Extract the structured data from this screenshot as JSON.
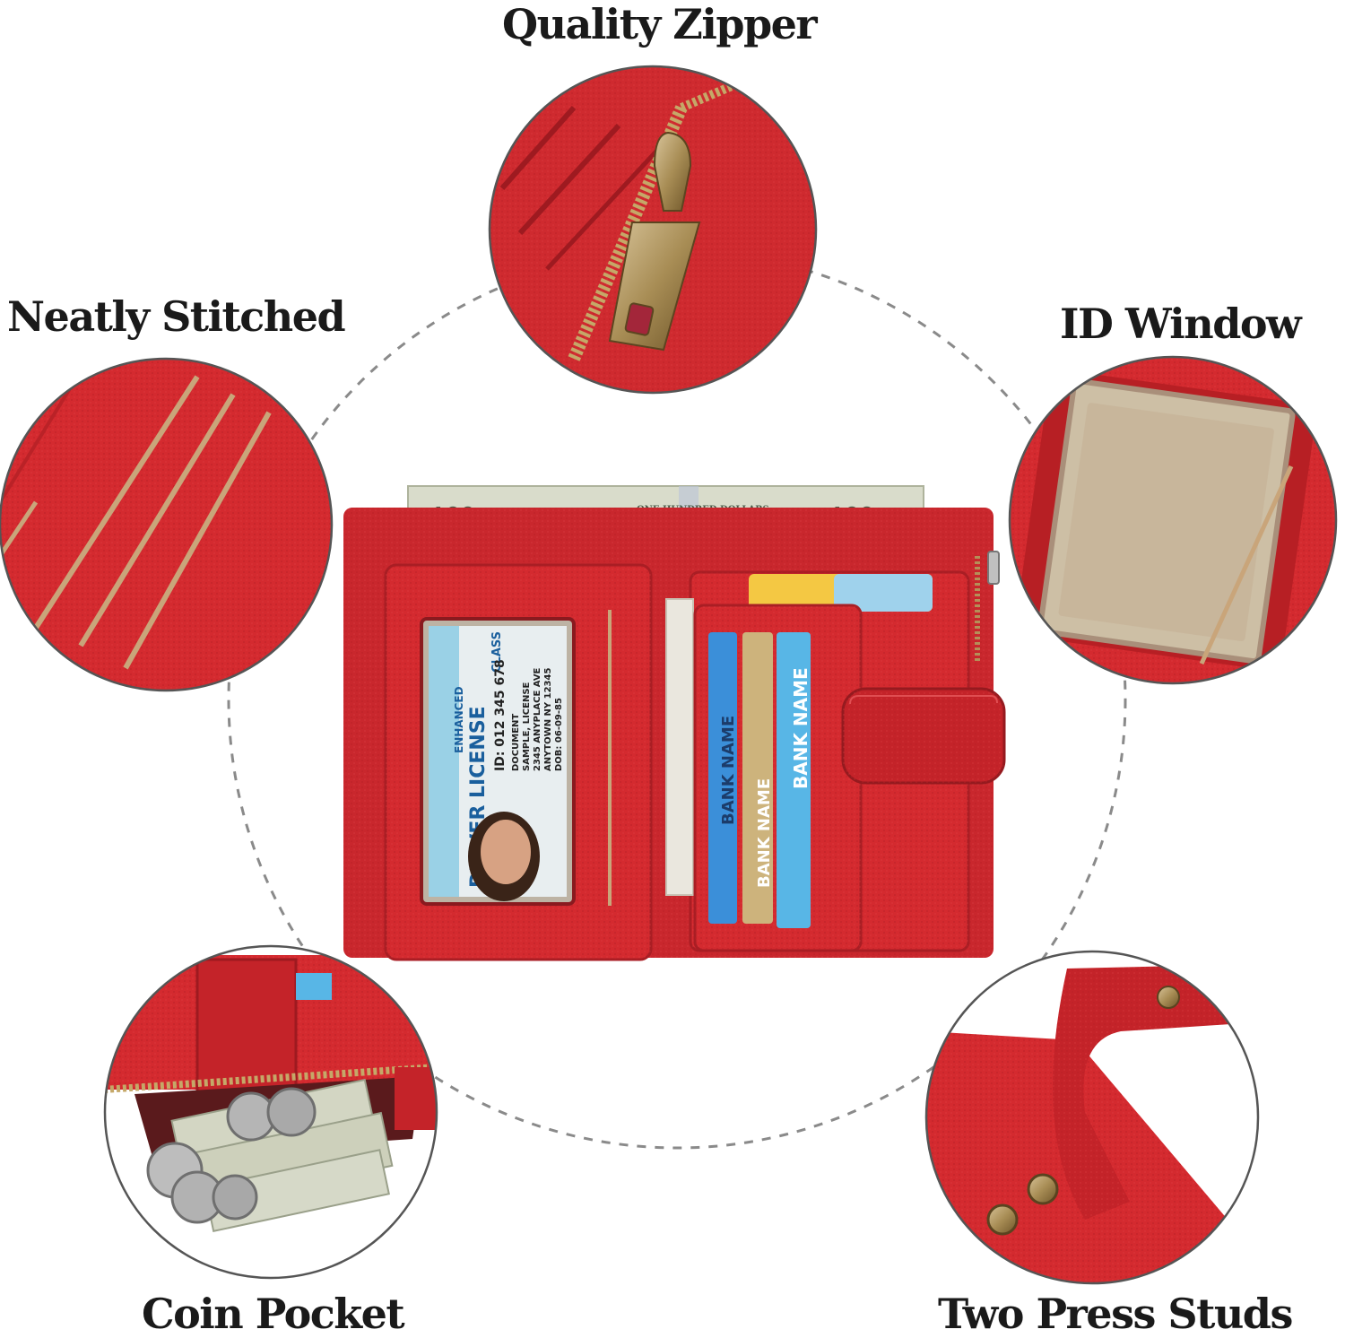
{
  "features": {
    "quality_zipper": "Quality Zipper",
    "neatly_stitched": "Neatly Stitched",
    "id_window": "ID Window",
    "coin_pocket": "Coin Pocket",
    "two_press_studs": "Two Press Studs"
  },
  "banknote": {
    "denomination": "100",
    "caption": "ONE HUNDRED DOLLARS"
  },
  "cards": {
    "bank_name": "BANK NAME"
  },
  "id_card": {
    "title": "DRIVER LICENSE",
    "enhanced": "ENHANCED",
    "class": "CLASS",
    "id_number": "ID: 012 345 678",
    "line1": "DOCUMENT",
    "line2": "SAMPLE, LICENSE",
    "line3": "2345 ANYPLACE AVE",
    "line4": "ANYTOWN NY 12345",
    "dob": "DOB: 06-09-85"
  },
  "colors": {
    "leather": "#d42a2f",
    "leather_dark": "#b01e24",
    "stitch": "#c9a57a",
    "bill": "#d9dccb",
    "card_blue": "#58b6e6",
    "card_gold": "#cdb37c",
    "card_cream": "#eae7de",
    "brass": "#9a7a3a",
    "dashed": "#8a8a8a"
  }
}
